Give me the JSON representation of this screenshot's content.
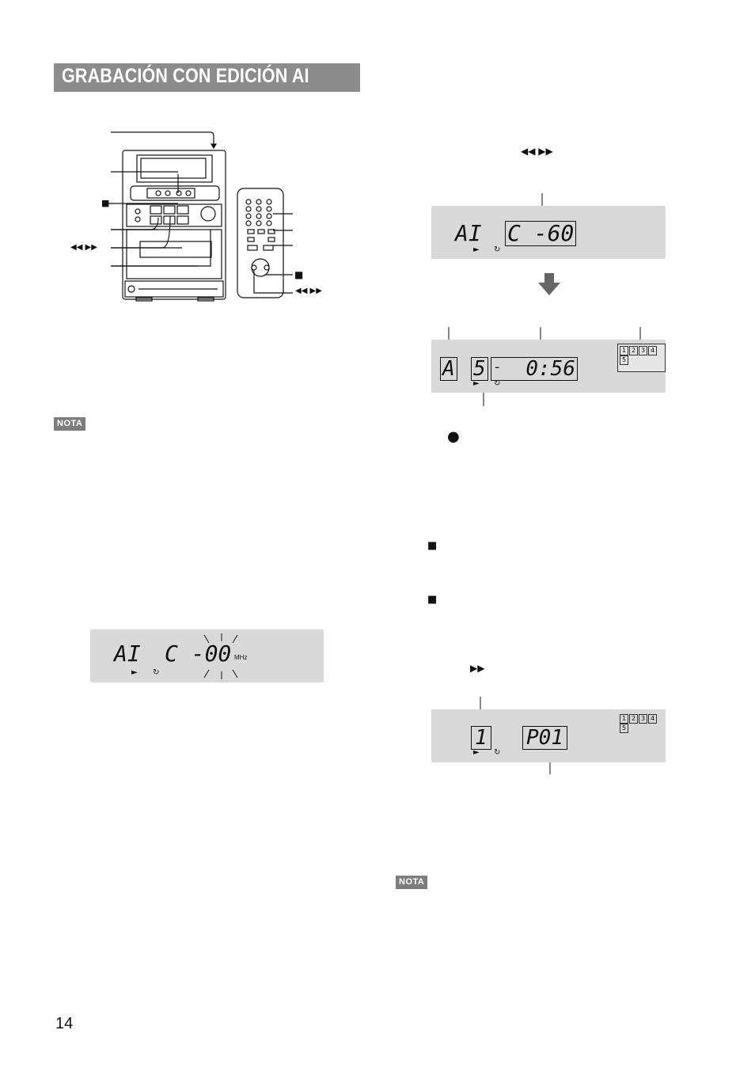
{
  "header": {
    "title": "GRABACIÓN CON EDICIÓN AI"
  },
  "notes": {
    "label_left": "NOTA",
    "label_right": "NOTA"
  },
  "page": {
    "number": "14"
  },
  "device_labels": {
    "stop_symbol": "■",
    "rew_ff_left": "◀◀ ▶▶",
    "remote_stop": "■",
    "remote_rew_ff": "◀◀ ▶▶"
  },
  "steps": {
    "rew_ff_symbols": "◀◀ ▶▶",
    "record_symbol": "●",
    "stop_symbol_1": "■",
    "stop_symbol_2": "■",
    "ff_symbol": "▶▶"
  },
  "displays": {
    "left_display": {
      "ai": "AI",
      "value": "C -00",
      "unit": "MHz",
      "play": "►",
      "reverse": "↻"
    },
    "display_1": {
      "ai": "AI",
      "value": "C -60",
      "play": "►",
      "reverse": "↻"
    },
    "display_2": {
      "side": "A",
      "track": "5",
      "dash": "-",
      "time": "0:56",
      "play": "►",
      "reverse": "↻",
      "tracks": [
        "1",
        "2",
        "3",
        "4",
        "5"
      ]
    },
    "display_3": {
      "num": "1",
      "prog": "P01",
      "play": "►",
      "reverse": "↻",
      "tracks": [
        "1",
        "2",
        "3",
        "4",
        "5"
      ]
    }
  }
}
